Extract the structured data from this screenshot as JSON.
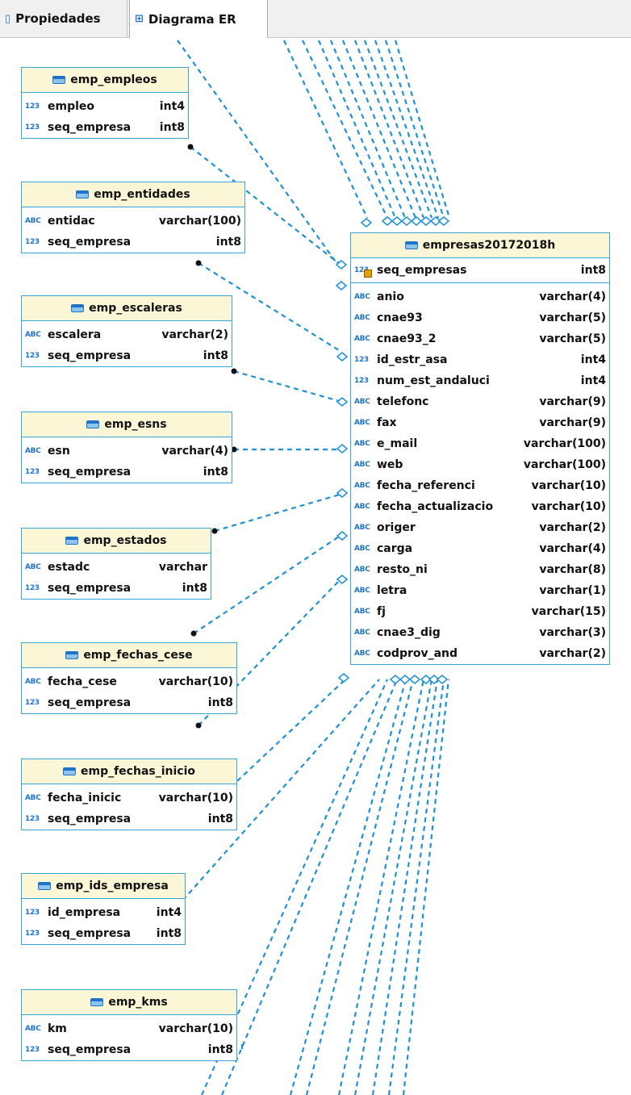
{
  "tabs": [
    {
      "label": "Propiedades",
      "icon": "properties-icon"
    },
    {
      "label": "Diagrama ER",
      "icon": "er-diagram-icon"
    }
  ],
  "entities": {
    "emp_empleos": {
      "title": "emp_empleos",
      "rows": [
        {
          "t": "123",
          "name": "empleo",
          "type": "int4"
        },
        {
          "t": "123",
          "name": "seq_empresa",
          "type": "int8"
        }
      ]
    },
    "emp_entidades": {
      "title": "emp_entidades",
      "rows": [
        {
          "t": "ABC",
          "name": "entidac",
          "type": "varchar(100)"
        },
        {
          "t": "123",
          "name": "seq_empresa",
          "type": "int8"
        }
      ]
    },
    "emp_escaleras": {
      "title": "emp_escaleras",
      "rows": [
        {
          "t": "ABC",
          "name": "escalera",
          "type": "varchar(2)"
        },
        {
          "t": "123",
          "name": "seq_empresa",
          "type": "int8"
        }
      ]
    },
    "emp_esns": {
      "title": "emp_esns",
      "rows": [
        {
          "t": "ABC",
          "name": "esn",
          "type": "varchar(4)"
        },
        {
          "t": "123",
          "name": "seq_empresa",
          "type": "int8"
        }
      ]
    },
    "emp_estados": {
      "title": "emp_estados",
      "rows": [
        {
          "t": "ABC",
          "name": "estadc",
          "type": "varchar"
        },
        {
          "t": "123",
          "name": "seq_empresa",
          "type": "int8"
        }
      ]
    },
    "emp_fechas_cese": {
      "title": "emp_fechas_cese",
      "rows": [
        {
          "t": "ABC",
          "name": "fecha_cese",
          "type": "varchar(10)"
        },
        {
          "t": "123",
          "name": "seq_empresa",
          "type": "int8"
        }
      ]
    },
    "emp_fechas_inicio": {
      "title": "emp_fechas_inicio",
      "rows": [
        {
          "t": "ABC",
          "name": "fecha_inicic",
          "type": "varchar(10)"
        },
        {
          "t": "123",
          "name": "seq_empresa",
          "type": "int8"
        }
      ]
    },
    "emp_ids_empresa": {
      "title": "emp_ids_empresa",
      "rows": [
        {
          "t": "123",
          "name": "id_empresa",
          "type": "int4"
        },
        {
          "t": "123",
          "name": "seq_empresa",
          "type": "int8"
        }
      ]
    },
    "emp_kms": {
      "title": "emp_kms",
      "rows": [
        {
          "t": "ABC",
          "name": "km",
          "type": "varchar(10)"
        },
        {
          "t": "123",
          "name": "seq_empresa",
          "type": "int8"
        }
      ]
    },
    "empresas": {
      "title": "empresas20172018h",
      "pk": {
        "t": "123",
        "name": "seq_empresas",
        "type": "int8"
      },
      "rows": [
        {
          "t": "ABC",
          "name": "anio",
          "type": "varchar(4)"
        },
        {
          "t": "ABC",
          "name": "cnae93",
          "type": "varchar(5)"
        },
        {
          "t": "ABC",
          "name": "cnae93_2",
          "type": "varchar(5)"
        },
        {
          "t": "123",
          "name": "id_estr_asa",
          "type": "int4"
        },
        {
          "t": "123",
          "name": "num_est_andaluci",
          "type": "int4"
        },
        {
          "t": "ABC",
          "name": "telefonc",
          "type": "varchar(9)"
        },
        {
          "t": "ABC",
          "name": "fax",
          "type": "varchar(9)"
        },
        {
          "t": "ABC",
          "name": "e_mail",
          "type": "varchar(100)"
        },
        {
          "t": "ABC",
          "name": "web",
          "type": "varchar(100)"
        },
        {
          "t": "ABC",
          "name": "fecha_referenci",
          "type": "varchar(10)"
        },
        {
          "t": "ABC",
          "name": "fecha_actualizacio",
          "type": "varchar(10)"
        },
        {
          "t": "ABC",
          "name": "origer",
          "type": "varchar(2)"
        },
        {
          "t": "ABC",
          "name": "carga",
          "type": "varchar(4)"
        },
        {
          "t": "ABC",
          "name": "resto_ni",
          "type": "varchar(8)"
        },
        {
          "t": "ABC",
          "name": "letra",
          "type": "varchar(1)"
        },
        {
          "t": "ABC",
          "name": "fj",
          "type": "varchar(15)"
        },
        {
          "t": "ABC",
          "name": "cnae3_dig",
          "type": "varchar(3)"
        },
        {
          "t": "ABC",
          "name": "codprov_and",
          "type": "varchar(2)"
        }
      ]
    }
  }
}
